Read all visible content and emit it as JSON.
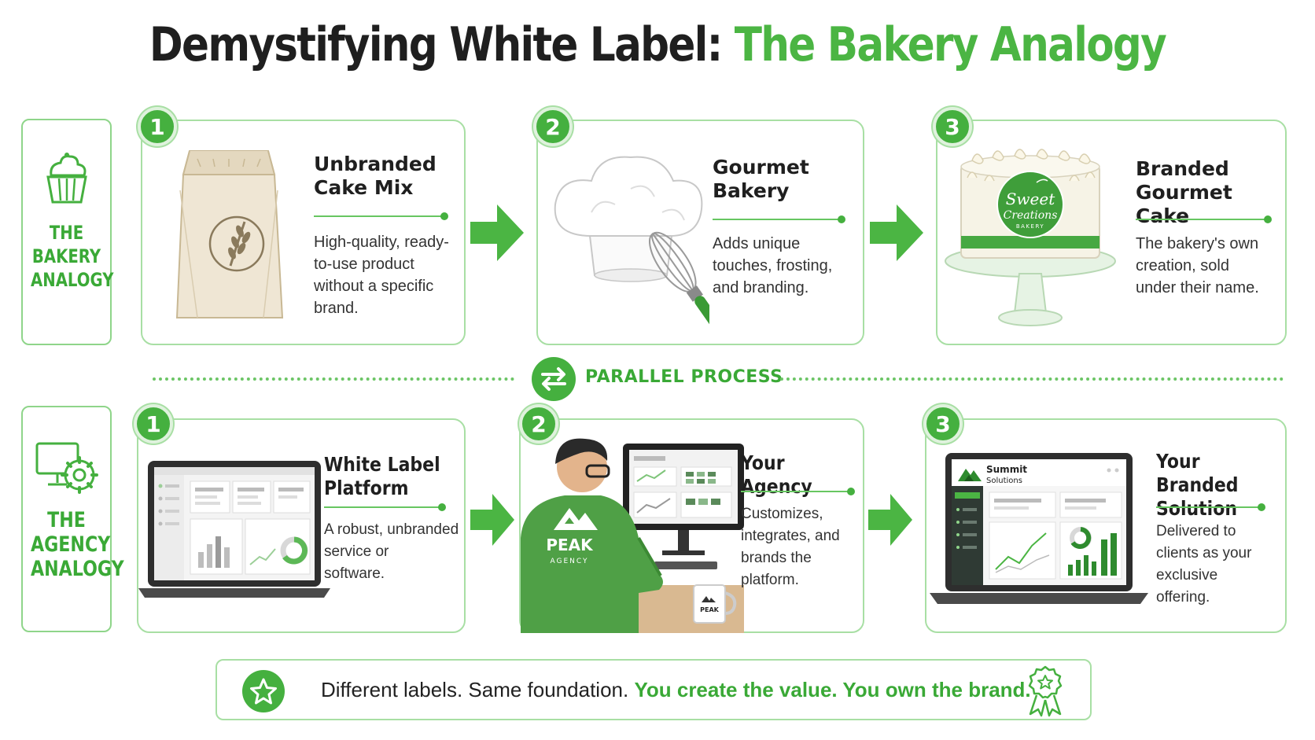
{
  "title": {
    "main": "Demystifying White Label:",
    "accent": "The Bakery Analogy"
  },
  "colors": {
    "accent": "#45b03f",
    "border": "#a8dfa4",
    "text": "#1f1f1f"
  },
  "rows": {
    "bakery": {
      "label": "THE\nBAKERY\nANALOGY",
      "icon": "cupcake-icon",
      "steps": [
        {
          "number": "1",
          "title": "Unbranded\nCake Mix",
          "desc": "High-quality, ready-\nto-use product\nwithout a specific\nbrand.",
          "icon": "flour-bag-icon"
        },
        {
          "number": "2",
          "title": "Gourmet\nBakery",
          "desc": "Adds unique\ntouches, frosting,\nand branding.",
          "icon": "chef-hat-whisk-icon"
        },
        {
          "number": "3",
          "title": "Branded\nGourmet Cake",
          "desc": "The bakery's own\ncreation, sold\nunder their name.",
          "icon": "cake-stand-icon",
          "cake_label": {
            "line1": "Sweet",
            "line2": "Creations",
            "line3": "BAKERY"
          }
        }
      ]
    },
    "parallel": {
      "label": "PARALLEL PROCESS",
      "icon": "swap-arrows-icon"
    },
    "agency": {
      "label": "THE\nAGENCY\nANALOGY",
      "icon": "monitor-gear-icon",
      "steps": [
        {
          "number": "1",
          "title": "White Label\nPlatform",
          "desc": "A robust, unbranded\nservice or\nsoftware.",
          "icon": "laptop-dashboard-icon"
        },
        {
          "number": "2",
          "title": "Your Agency",
          "desc": "Customizes,\nintegrates, and\nbrands the\nplatform.",
          "icon": "agency-worker-icon",
          "shirt_logo": {
            "line1": "PEAK",
            "line2": "AGENCY"
          },
          "mug_label": "PEAK"
        },
        {
          "number": "3",
          "title": "Your Branded\nSolution",
          "desc": "Delivered to\nclients as your\nexclusive\noffering.",
          "icon": "branded-laptop-icon",
          "screen_brand": {
            "line1": "Summit",
            "line2": "Solutions"
          }
        }
      ]
    }
  },
  "footer": {
    "plain": "Different labels. Same foundation.",
    "highlight": "You create the value. You own the brand.",
    "left_icon": "star-icon",
    "right_icon": "award-rosette-icon"
  }
}
